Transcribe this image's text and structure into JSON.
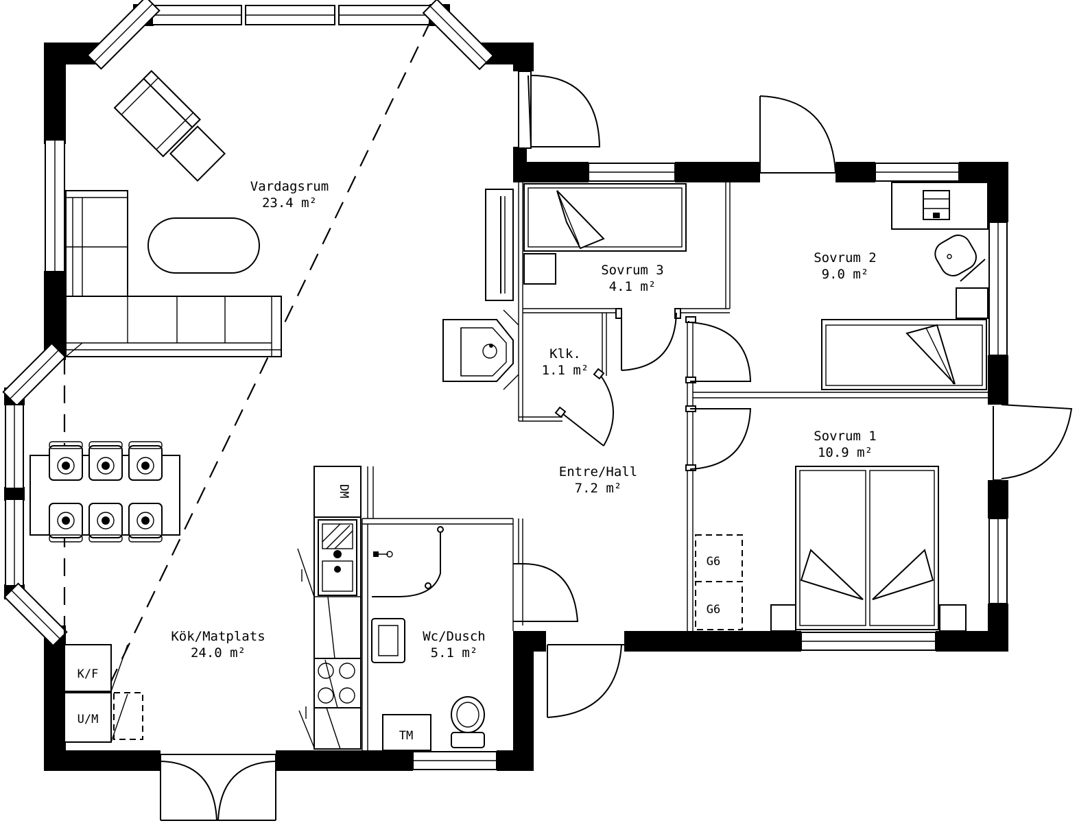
{
  "rooms": {
    "vardagsrum": {
      "name": "Vardagsrum",
      "area": "23.4 m²"
    },
    "sovrum3": {
      "name": "Sovrum 3",
      "area": "4.1 m²"
    },
    "sovrum2": {
      "name": "Sovrum 2",
      "area": "9.0 m²"
    },
    "klk": {
      "name": "Klk.",
      "area": "1.1 m²"
    },
    "entre": {
      "name": "Entre/Hall",
      "area": "7.2 m²"
    },
    "sovrum1": {
      "name": "Sovrum 1",
      "area": "10.9 m²"
    },
    "kok": {
      "name": "Kök/Matplats",
      "area": "24.0 m²"
    },
    "wc": {
      "name": "Wc/Dusch",
      "area": "5.1 m²"
    }
  },
  "fixtures": {
    "dm": "DM",
    "kf": "K/F",
    "um": "U/M",
    "tm": "TM",
    "g6a": "G6",
    "g6b": "G6"
  }
}
